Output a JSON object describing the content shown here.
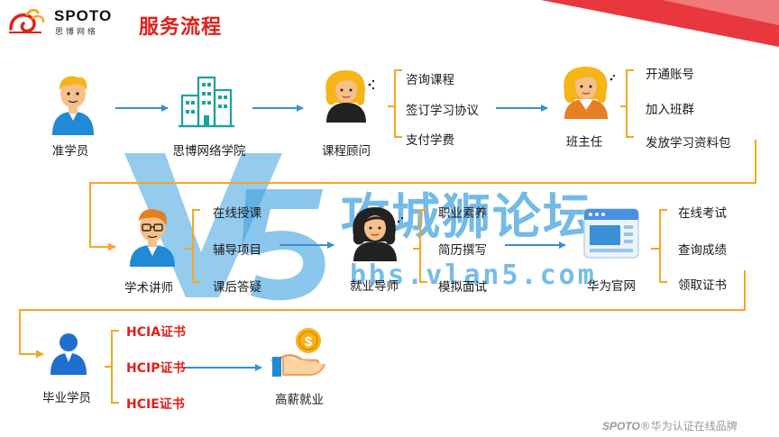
{
  "header": {
    "logo_en": "SPOTO",
    "logo_cn": "思博网络",
    "title": "服务流程"
  },
  "nodes": {
    "prospect": "准学员",
    "academy": "思博网络学院",
    "consultant": "课程顾问",
    "head_teacher": "班主任",
    "lecturer": "学术讲师",
    "career_mentor": "就业导师",
    "huawei_site": "华为官网",
    "graduate": "毕业学员",
    "job": "高薪就业"
  },
  "branches": {
    "consultant": [
      "咨询课程",
      "签订学习协议",
      "支付学费"
    ],
    "head_teacher": [
      "开通账号",
      "加入班群",
      "发放学习资料包"
    ],
    "lecturer": [
      "在线授课",
      "辅导项目",
      "课后答疑"
    ],
    "career_mentor": [
      "职业素养",
      "简历撰写",
      "模拟面试"
    ],
    "huawei_site": [
      "在线考试",
      "查询成绩",
      "领取证书"
    ],
    "certificates": [
      "HCIA证书",
      "HCIP证书",
      "HCIE证书"
    ]
  },
  "watermark": {
    "cn": "攻城狮论坛",
    "url": "bbs.vlan5.com"
  },
  "footer": {
    "brand": "SPOTO",
    "text": "®华为认证在线品牌"
  },
  "colors": {
    "accent_red": "#e0201b",
    "arrow_blue": "#3a8fd6",
    "connector_orange": "#f5a623",
    "watermark_blue": "#3ea0df"
  }
}
